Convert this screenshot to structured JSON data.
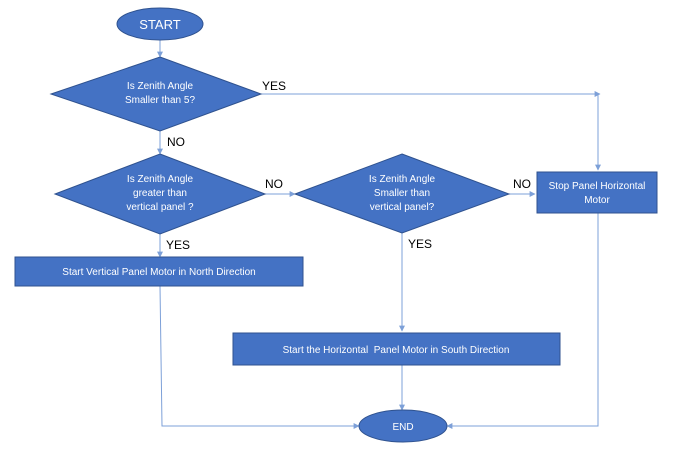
{
  "nodes": {
    "start": "START",
    "decision_zenith_small": [
      "Is Zenith Angle",
      "Smaller than 5?"
    ],
    "decision_greater_vertical": [
      "Is Zenith Angle",
      "greater than",
      "vertical panel ?"
    ],
    "decision_smaller_vertical": [
      "Is Zenith Angle",
      "Smaller than",
      "vertical panel?"
    ],
    "stop_horizontal": [
      "Stop Panel Horizontal",
      "Motor"
    ],
    "start_vertical_north": "Start Vertical Panel Motor in North Direction",
    "start_horizontal_south": "Start the Horizontal  Panel Motor in South Direction",
    "end": "END"
  },
  "edge_labels": {
    "yes_top": "YES",
    "no_first": "NO",
    "no_middle": "NO",
    "no_right": "NO",
    "yes_left": "YES",
    "yes_middle": "YES"
  },
  "colors": {
    "shape_fill": "#4472C4",
    "shape_stroke": "#2F528F",
    "connector": "#7DA0D8",
    "label_text": "#FFFFFF",
    "edge_text": "#000000"
  }
}
